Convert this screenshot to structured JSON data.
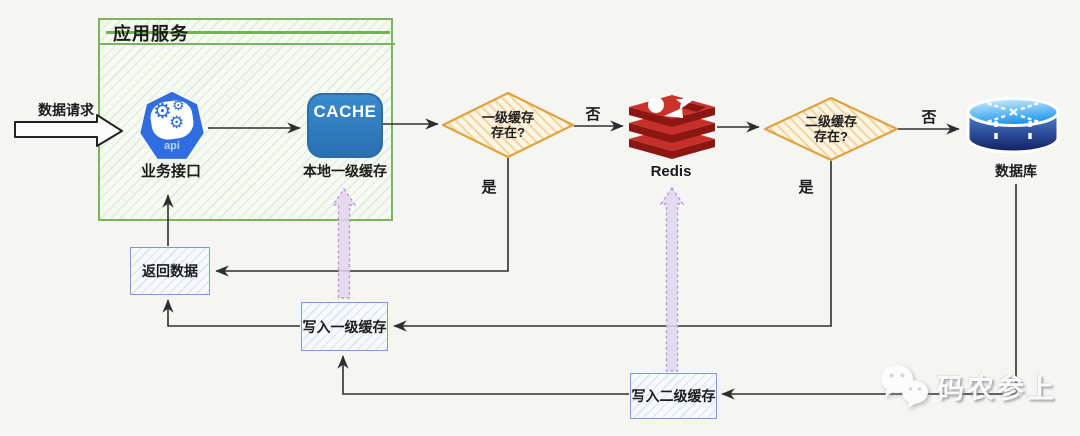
{
  "container": {
    "title": "应用服务"
  },
  "request": {
    "label": "数据请求"
  },
  "nodes": {
    "api": {
      "label": "业务接口",
      "icon_text": "api"
    },
    "cache": {
      "box_text": "CACHE",
      "label": "本地一级缓存"
    },
    "diamond1": {
      "line1": "一级缓存",
      "line2": "存在?"
    },
    "redis": {
      "label": "Redis"
    },
    "diamond2": {
      "line1": "二级缓存",
      "line2": "存在?"
    },
    "database": {
      "label": "数据库"
    },
    "return_data": {
      "label": "返回数据"
    },
    "write_l1": {
      "label": "写入一级缓存"
    },
    "write_l2": {
      "label": "写入二级缓存"
    }
  },
  "edges": {
    "d1_no": "否",
    "d1_yes": "是",
    "d2_no": "否",
    "d2_yes": "是"
  },
  "watermark": {
    "text": "码农参上"
  },
  "colors": {
    "background": "#f5f5f3",
    "container_green": "#7ab55c",
    "diamond_orange": "#e0a33e",
    "box_blue_border": "#7f9bd1",
    "cache_blue": "#2b7abf",
    "api_blue": "#2f6de0",
    "redis_red": "#c6302b",
    "database_blue": "#16297a",
    "purple_arrow_fill": "#e6d9f0",
    "purple_arrow_stroke": "#bd9ed2",
    "line_black": "#2e2e2e"
  }
}
